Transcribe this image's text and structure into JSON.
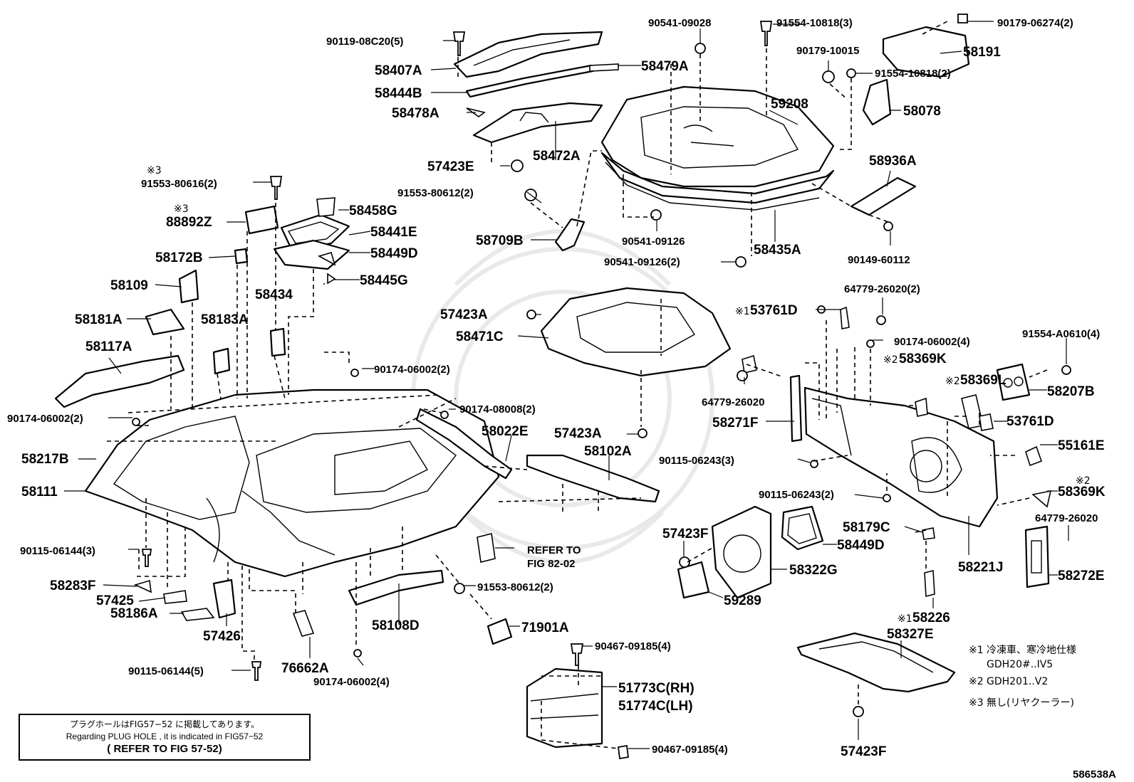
{
  "diagram": {
    "figure_code": "586538A",
    "labels": [
      "90119-08C20(5)",
      "58407A",
      "58444B",
      "58478A",
      "58479A",
      "58472A",
      "57423E",
      "91553-80616(2)",
      "88892Z",
      "58458G",
      "58441E",
      "58449D",
      "58445G",
      "58172B",
      "58109",
      "58434",
      "58181A",
      "58183A",
      "58117A",
      "90174-06002(2)",
      "90174-06002(2)",
      "58217B",
      "58111",
      "90115-06144(3)",
      "58283F",
      "57425",
      "58186A",
      "57426",
      "90115-06144(5)",
      "76662A",
      "90174-06002(4)",
      "58108D",
      "90174-08008(2)",
      "58022E",
      "58102A",
      "57423A",
      "57423A",
      "58471C",
      "90541-09028",
      "91554-10818(3)",
      "59208",
      "91553-80612(2)",
      "58709B",
      "90541-09126",
      "90541-09126(2)",
      "58435A",
      "90179-06274(2)",
      "58191",
      "90179-10015",
      "91554-10818(2)",
      "58078",
      "58936A",
      "90149-60112",
      "64779-26020(2)",
      "53761D",
      "90174-06002(4)",
      "58369K",
      "58369L",
      "91554-A0610(4)",
      "58207B",
      "53761D",
      "55161E",
      "58369K",
      "64779-26020",
      "58271F",
      "90115-06243(3)",
      "90115-06243(2)",
      "57423F",
      "58449D",
      "58179C",
      "58322G",
      "59289",
      "58221J",
      "64779-26020",
      "58272E",
      "58226",
      "91553-80612(2)",
      "71901A",
      "90467-09185(4)",
      "51773C(RH)",
      "51774C(LH)",
      "90467-09185(4)",
      "58327E",
      "57423F",
      "REFER TO",
      "FIG 82-02"
    ],
    "marks": [
      "※3",
      "※3",
      "※1",
      "※2",
      "※2",
      "※2",
      "※1"
    ]
  },
  "legend": [
    {
      "mark": "※1",
      "line1": "冷凍車、寒冷地仕様",
      "line2": "GDH20#..IV5"
    },
    {
      "mark": "※2",
      "line1": "GDH201..V2",
      "line2": ""
    },
    {
      "mark": "※3",
      "line1": "無し(リヤクーラー)",
      "line2": ""
    }
  ],
  "note": {
    "japanese": "プラグホールはFIG57−52 に掲載してあります。",
    "english": "Regarding PLUG HOLE , it is indicated in FIG57−52",
    "refer": "( REFER TO FIG 57-52)"
  }
}
